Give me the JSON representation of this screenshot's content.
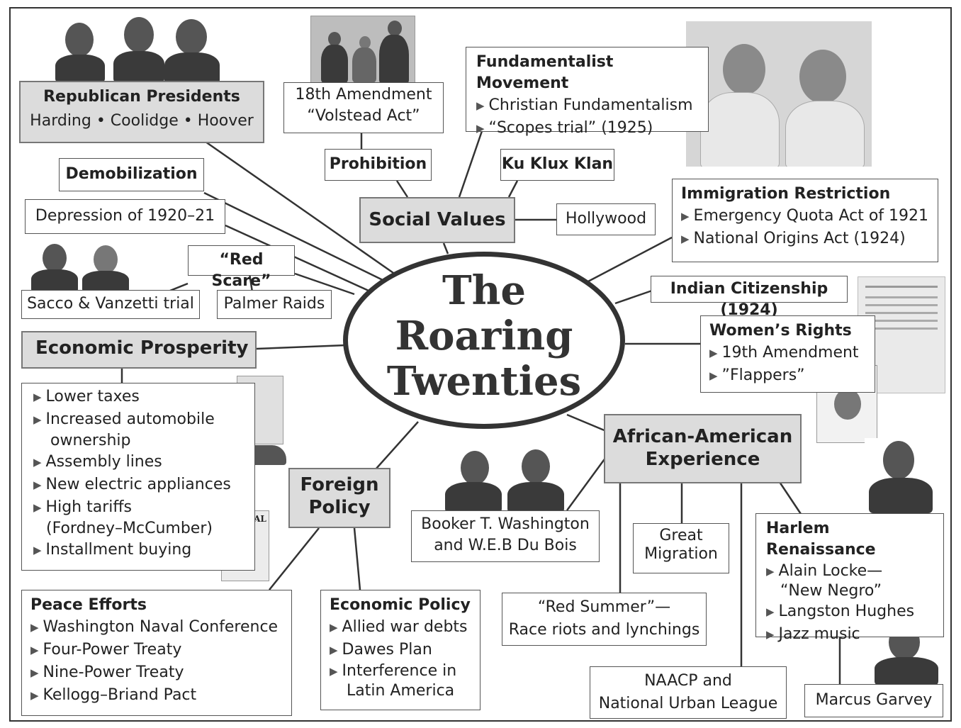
{
  "center": {
    "line1": "The",
    "line2": "Roaring",
    "line3": "Twenties"
  },
  "republican": {
    "title": "Republican Presidents",
    "names": "Harding • Coolidge • Hoover"
  },
  "amendment": {
    "line1": "18th Amendment",
    "line2": "“Volstead Act”"
  },
  "fundamentalist": {
    "title": "Fundamentalist Movement",
    "items": [
      "Christian Fundamentalism",
      "“Scopes trial” (1925)"
    ]
  },
  "prohibition": "Prohibition",
  "kkk": "Ku Klux Klan",
  "social_values": "Social Values",
  "hollywood": "Hollywood",
  "demobilization": "Demobilization",
  "depression": "Depression of 1920–21",
  "immigration": {
    "title": "Immigration Restriction",
    "items": [
      "Emergency Quota Act of 1921",
      "National Origins Act (1924)"
    ]
  },
  "red_scare": "“Red Scare”",
  "sacco": "Sacco & Vanzetti trial",
  "palmer": "Palmer Raids",
  "indian": "Indian Citizenship (1924)",
  "women": {
    "title": "Women’s Rights",
    "items": [
      "19th Amendment",
      "”Flappers”"
    ]
  },
  "economic_prosperity": "Economic Prosperity",
  "prosperity_list": [
    "Lower taxes",
    "Increased automobile",
    "ownership",
    "Assembly lines",
    "New electric appliances",
    "High tariffs",
    "(Fordney–McCumber)",
    "Installment buying"
  ],
  "foreign": {
    "line1": "Foreign",
    "line2": "Policy"
  },
  "african": {
    "line1": "African-American",
    "line2": "Experience"
  },
  "booker": {
    "line1": "Booker T. Washington",
    "line2": "and W.E.B Du Bois"
  },
  "migration": {
    "line1": "Great",
    "line2": "Migration"
  },
  "harlem": {
    "title": "Harlem Renaissance",
    "items": [
      "Alain Locke—",
      "“New Negro”",
      "Langston Hughes",
      "Jazz music"
    ]
  },
  "red_summer": {
    "line1": "“Red Summer”—",
    "line2": "Race riots and lynchings"
  },
  "peace": {
    "title": "Peace Efforts",
    "items": [
      "Washington Naval Conference",
      "Four-Power Treaty",
      "Nine-Power Treaty",
      "Kellogg–Briand Pact"
    ]
  },
  "economic_policy": {
    "title": "Economic Policy",
    "items": [
      "Allied war debts",
      "Dawes Plan",
      "Interference in",
      "Latin America"
    ]
  },
  "naacp": {
    "line1": "NAACP and",
    "line2": "National Urban League"
  },
  "garvey": "Marcus Garvey",
  "ad_special": "SPECIAL"
}
